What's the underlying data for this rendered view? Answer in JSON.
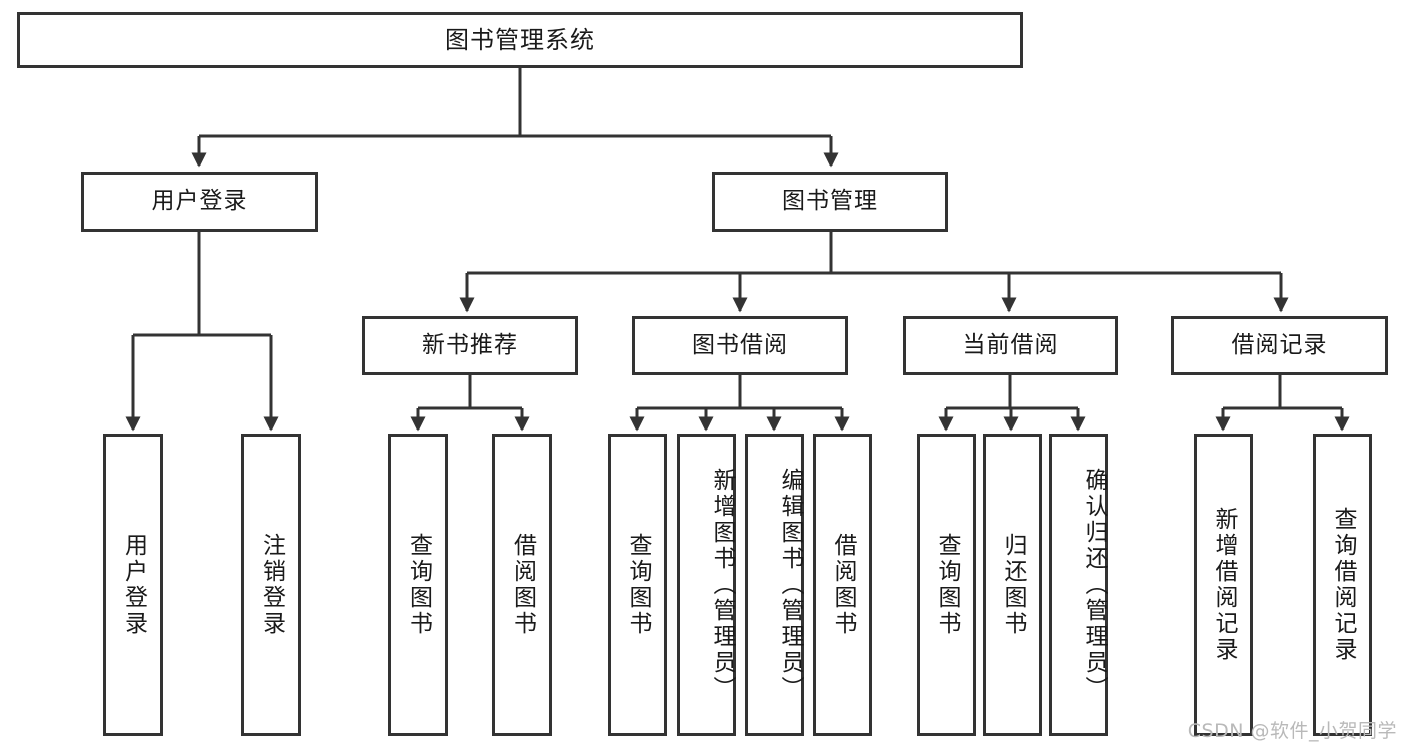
{
  "diagram": {
    "title": "图书管理系统",
    "type": "tree-hierarchy-diagram",
    "root": {
      "id": "root",
      "label": "图书管理系统"
    },
    "level2": [
      {
        "id": "user-login",
        "label": "用户登录"
      },
      {
        "id": "book-manage",
        "label": "图书管理"
      }
    ],
    "level3": [
      {
        "id": "new-book-recommend",
        "label": "新书推荐"
      },
      {
        "id": "book-borrow",
        "label": "图书借阅"
      },
      {
        "id": "current-borrow",
        "label": "当前借阅"
      },
      {
        "id": "borrow-record",
        "label": "借阅记录"
      }
    ],
    "leaves": {
      "user_login": [
        {
          "id": "leaf-user-login",
          "label": "用户登录"
        },
        {
          "id": "leaf-logout",
          "label": "注销登录"
        }
      ],
      "new_book_recommend": [
        {
          "id": "leaf-query-book-1",
          "label": "查询图书"
        },
        {
          "id": "leaf-borrow-book-1",
          "label": "借阅图书"
        }
      ],
      "book_borrow": [
        {
          "id": "leaf-query-book-2",
          "label": "查询图书"
        },
        {
          "id": "leaf-add-book",
          "label": "新增图书（管理员）"
        },
        {
          "id": "leaf-edit-book",
          "label": "编辑图书（管理员）"
        },
        {
          "id": "leaf-borrow-book-2",
          "label": "借阅图书"
        }
      ],
      "current_borrow": [
        {
          "id": "leaf-query-book-3",
          "label": "查询图书"
        },
        {
          "id": "leaf-return-book",
          "label": "归还图书"
        },
        {
          "id": "leaf-confirm-return",
          "label": "确认归还（管理员）"
        }
      ],
      "borrow_record": [
        {
          "id": "leaf-add-record",
          "label": "新增借阅记录"
        },
        {
          "id": "leaf-query-record",
          "label": "查询借阅记录"
        }
      ]
    }
  },
  "watermark": {
    "text": "CSDN @软件_小贺同学"
  },
  "colors": {
    "stroke": "#333333",
    "background": "#ffffff",
    "text": "#1a1a1a",
    "watermark": "#b9b9b9"
  }
}
